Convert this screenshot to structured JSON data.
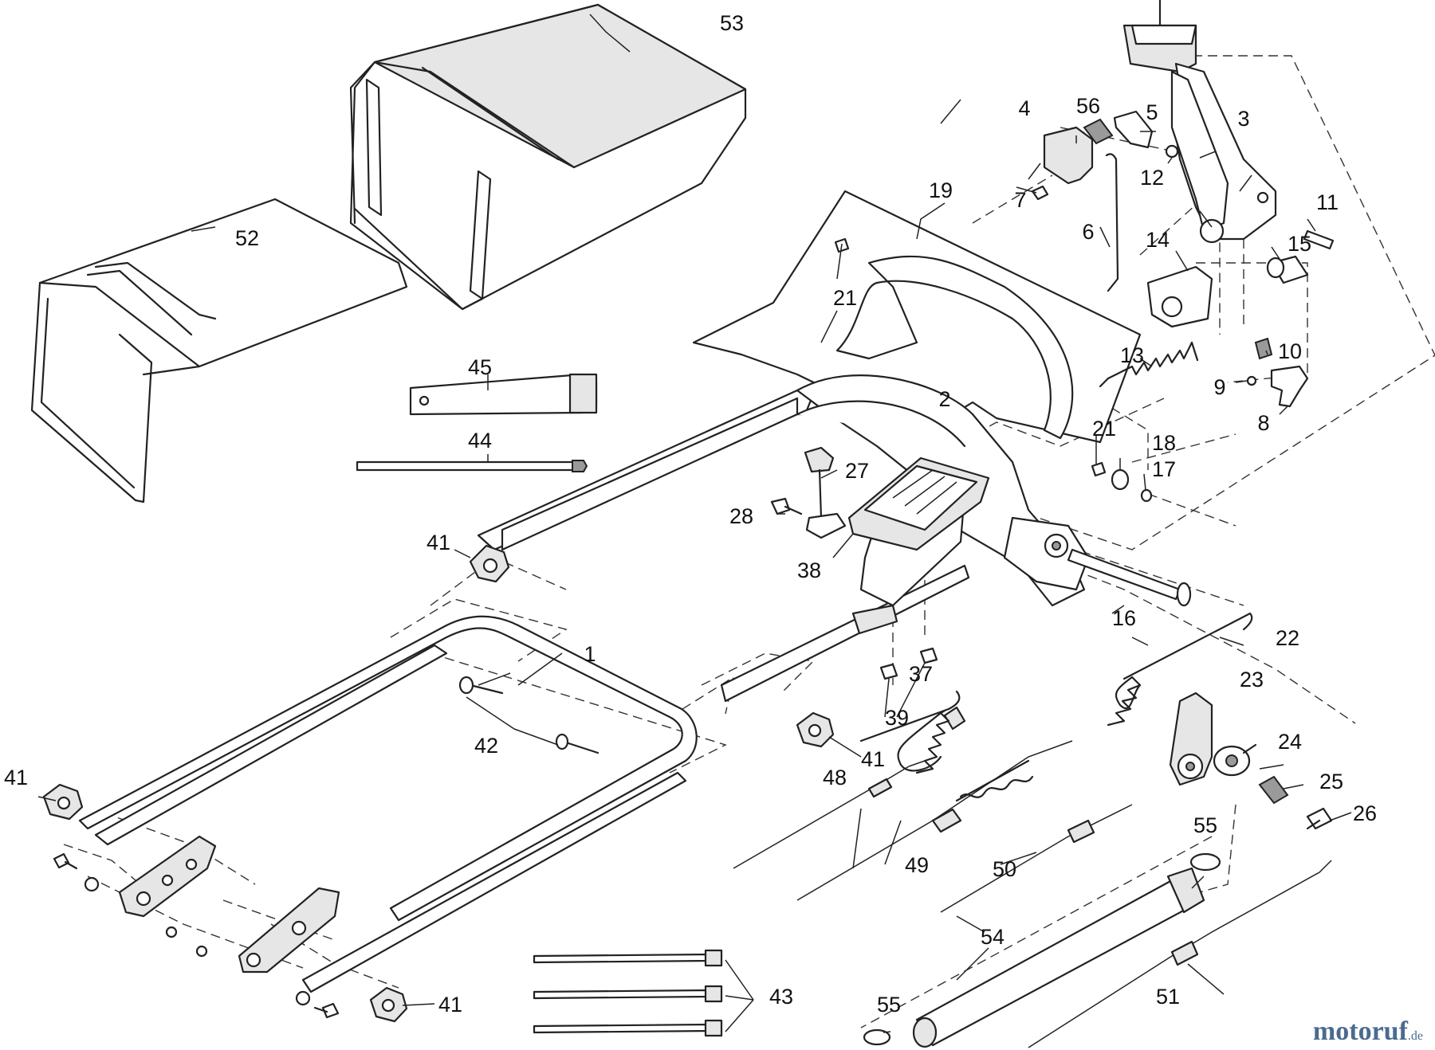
{
  "callouts": [
    {
      "label": "1"
    },
    {
      "label": "2"
    },
    {
      "label": "3"
    },
    {
      "label": "4"
    },
    {
      "label": "5"
    },
    {
      "label": "6"
    },
    {
      "label": "7"
    },
    {
      "label": "8"
    },
    {
      "label": "9"
    },
    {
      "label": "10"
    },
    {
      "label": "11"
    },
    {
      "label": "12"
    },
    {
      "label": "13"
    },
    {
      "label": "14"
    },
    {
      "label": "15"
    },
    {
      "label": "16"
    },
    {
      "label": "17"
    },
    {
      "label": "18"
    },
    {
      "label": "19"
    },
    {
      "label": "21"
    },
    {
      "label": "21"
    },
    {
      "label": "22"
    },
    {
      "label": "23"
    },
    {
      "label": "24"
    },
    {
      "label": "25"
    },
    {
      "label": "26"
    },
    {
      "label": "27"
    },
    {
      "label": "28"
    },
    {
      "label": "37"
    },
    {
      "label": "38"
    },
    {
      "label": "39"
    },
    {
      "label": "41"
    },
    {
      "label": "41"
    },
    {
      "label": "41"
    },
    {
      "label": "41"
    },
    {
      "label": "42"
    },
    {
      "label": "43"
    },
    {
      "label": "44"
    },
    {
      "label": "45"
    },
    {
      "label": "48"
    },
    {
      "label": "49"
    },
    {
      "label": "50"
    },
    {
      "label": "51"
    },
    {
      "label": "52"
    },
    {
      "label": "53"
    },
    {
      "label": "54"
    },
    {
      "label": "55"
    },
    {
      "label": "55"
    },
    {
      "label": "56"
    }
  ],
  "watermark": {
    "brand": "motoruf",
    "suffix": ".de"
  }
}
